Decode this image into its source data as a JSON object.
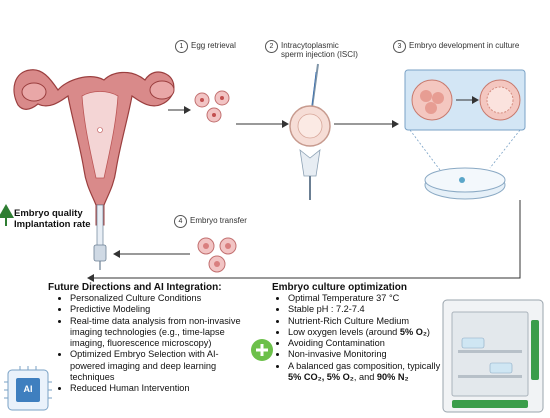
{
  "steps": {
    "s1": {
      "num": "1",
      "label": "Egg retrieval"
    },
    "s2": {
      "num": "2",
      "label_line1": "Intracytoplasmic",
      "label_line2": "sperm injection (ISCI)"
    },
    "s3": {
      "num": "3",
      "label": "Embryo development in culture"
    },
    "s4": {
      "num": "4",
      "label": "Embryo transfer"
    }
  },
  "outcomes": {
    "embryo_quality": "Embryo quality",
    "implantation_rate": "Implantation rate"
  },
  "future": {
    "title": "Future Directions and AI Integration:",
    "items": [
      "Personalized Culture Conditions",
      "Predictive Modeling",
      "Real-time data analysis from non-invasive imaging technologies (e.g., time-lapse imaging, fluorescence microscopy)",
      "Optimized Embryo Selection with AI-powered imaging and deep learning techniques",
      "Reduced Human Intervention"
    ]
  },
  "culture": {
    "title": "Embryo culture optimization",
    "items": [
      "Optimal Temperature 37 °C",
      "Stable pH : 7.2-7.4",
      "Nutrient-Rich Culture Medium",
      "Avoiding Contamination",
      "Non-invasive Monitoring"
    ],
    "oxygen_pre": "Low oxygen levels (around ",
    "oxygen_bold": "5% O₂",
    "oxygen_post": ")",
    "gas_pre": "A balanced gas composition, typically ",
    "gas_bold1": "5% CO₂, 5% O₂",
    "gas_mid": ", and ",
    "gas_bold2": "90% N₂"
  },
  "ai_chip_label": "AI",
  "colors": {
    "uterus": "#c96b6b",
    "uterus_dark": "#9b3f3f",
    "arrow": "#333333",
    "green_arrow": "#2e7d32",
    "plus": "#6cc04a",
    "dish": "#dbe9f5",
    "incubator_green": "#3a9d4a"
  }
}
